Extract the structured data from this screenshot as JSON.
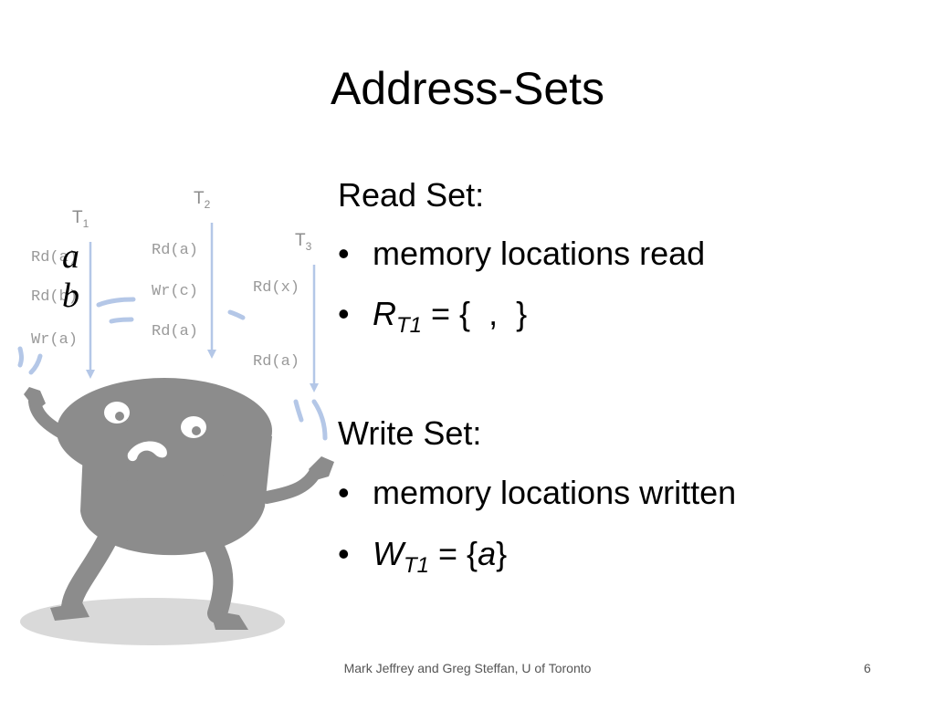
{
  "slide": {
    "title": "Address-Sets",
    "read_set": {
      "heading": "Read Set:",
      "bullet_1": "memory locations read",
      "formula_symbol": "R",
      "formula_subscript": "T1",
      "formula_body": " = {  ,  }"
    },
    "write_set": {
      "heading": "Write Set:",
      "bullet_1": "memory locations written",
      "formula_symbol": "W",
      "formula_subscript": "T1",
      "formula_open": " = {",
      "formula_var": "a",
      "formula_close": "}"
    },
    "bullet_char": "•",
    "footer": "Mark Jeffrey and Greg Steffan, U of Toronto",
    "page_number": "6"
  },
  "illustration": {
    "threads": [
      {
        "name": "T",
        "sub": "1",
        "ops": [
          "Rd(a)",
          "Rd(b)",
          "Wr(a)"
        ]
      },
      {
        "name": "T",
        "sub": "2",
        "ops": [
          "Rd(a)",
          "Wr(c)",
          "Rd(a)"
        ]
      },
      {
        "name": "T",
        "sub": "3",
        "ops": [
          "Rd(x)",
          "Rd(a)"
        ]
      }
    ],
    "juggled_vars": [
      "a",
      "b"
    ],
    "colors": {
      "arrow": "#b4c7e7",
      "figure": "#8c8c8c",
      "shadow": "#d9d9d9"
    }
  }
}
